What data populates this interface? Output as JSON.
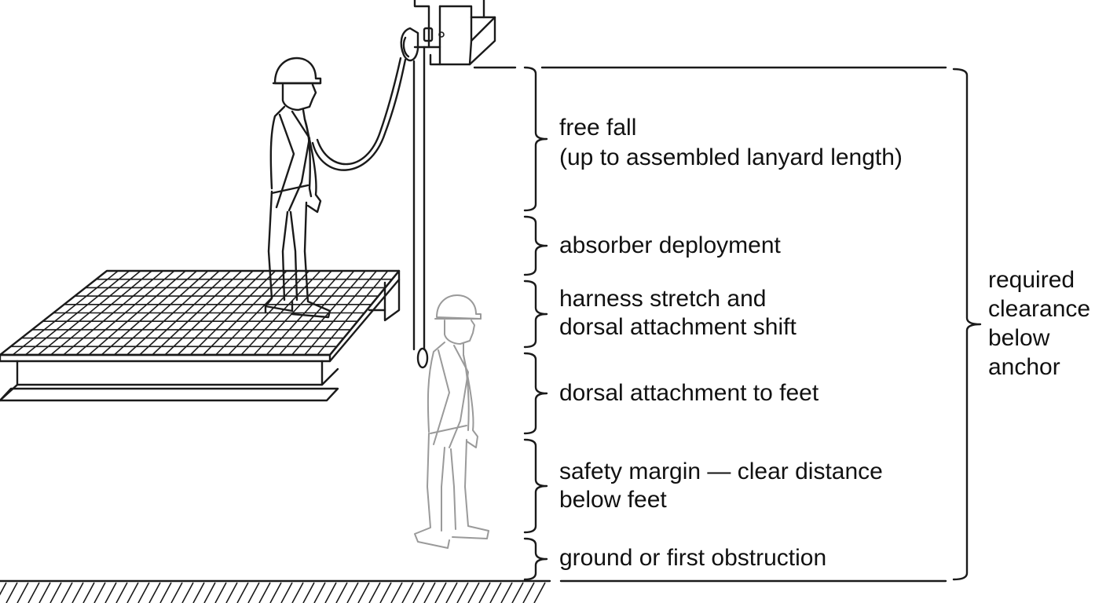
{
  "segments": [
    {
      "lines": [
        "free fall",
        "(up to assembled lanyard length)"
      ]
    },
    {
      "lines": [
        "absorber deployment"
      ]
    },
    {
      "lines": [
        "harness stretch and",
        "dorsal attachment shift"
      ]
    },
    {
      "lines": [
        "dorsal attachment to feet"
      ]
    },
    {
      "lines": [
        "safety margin — clear distance",
        "below feet"
      ]
    },
    {
      "lines": [
        "ground or first obstruction"
      ]
    }
  ],
  "total": {
    "lines": [
      "required",
      "clearance",
      "below",
      "anchor"
    ]
  },
  "colors": {
    "ink": "#1a1a1a",
    "ghost": "#9a9a9a",
    "background": "#ffffff"
  }
}
